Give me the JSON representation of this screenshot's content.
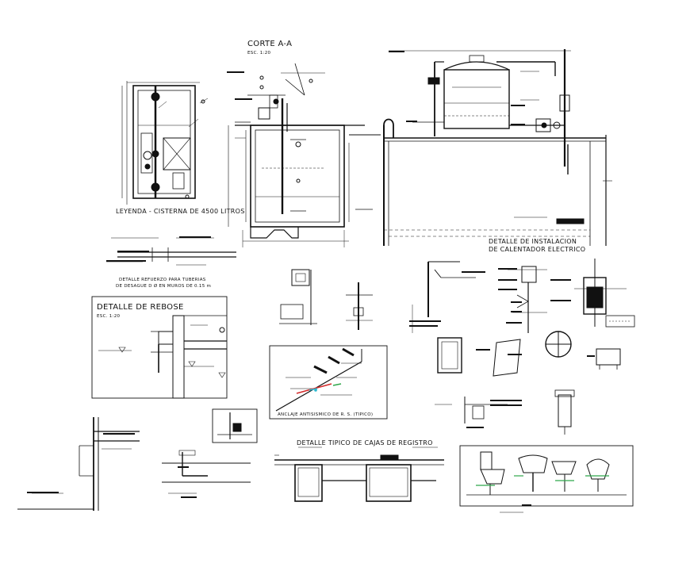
{
  "labels": {
    "corte_title": "CORTE A-A",
    "corte_scale": "ESC. 1:20",
    "leyenda": "LEYENDA - CISTERNA DE 4500 LITROS",
    "detalle_refuerzo_1": "DETALLE REFUERZO PARA TUBERIAS",
    "detalle_refuerzo_2": "DE DESAGUE D Ø EN MUROS DE 0.15 m",
    "rebose_title": "DETALLE DE REBOSE",
    "rebose_scale": "ESC. 1:20",
    "calentador_1": "DETALLE DE INSTALACION",
    "calentador_2": "DE CALENTADOR ELECTRICO",
    "cajas_title": "DETALLE TIPICO DE CAJAS DE REGISTRO",
    "anclaje": "ANCLAJE ANTISISMICO DE R. S. (TIPICO)"
  },
  "colors": {
    "line": "#111111",
    "green": "#2fa84a",
    "red": "#d42a2a",
    "cyan": "#2ab8d0"
  }
}
